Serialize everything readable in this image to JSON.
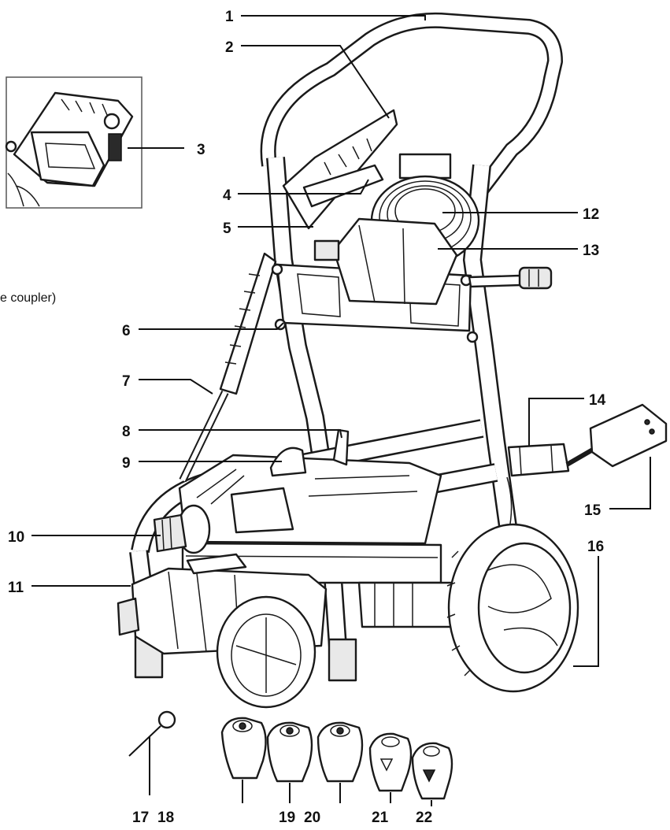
{
  "side_text": "e coupler)",
  "callouts": [
    {
      "id": "c1",
      "label": "1"
    },
    {
      "id": "c2",
      "label": "2"
    },
    {
      "id": "c3",
      "label": "3"
    },
    {
      "id": "c4",
      "label": "4"
    },
    {
      "id": "c5",
      "label": "5"
    },
    {
      "id": "c6",
      "label": "6"
    },
    {
      "id": "c7",
      "label": "7"
    },
    {
      "id": "c8",
      "label": "8"
    },
    {
      "id": "c9",
      "label": "9"
    },
    {
      "id": "c10",
      "label": "10"
    },
    {
      "id": "c11",
      "label": "11"
    },
    {
      "id": "c12",
      "label": "12"
    },
    {
      "id": "c13",
      "label": "13"
    },
    {
      "id": "c14",
      "label": "14"
    },
    {
      "id": "c15",
      "label": "15"
    },
    {
      "id": "c16",
      "label": "16"
    },
    {
      "id": "c17",
      "label": "17"
    },
    {
      "id": "c18",
      "label": "18"
    },
    {
      "id": "c19",
      "label": "19"
    },
    {
      "id": "c20",
      "label": "20"
    },
    {
      "id": "c21",
      "label": "21"
    },
    {
      "id": "c22",
      "label": "22"
    }
  ]
}
